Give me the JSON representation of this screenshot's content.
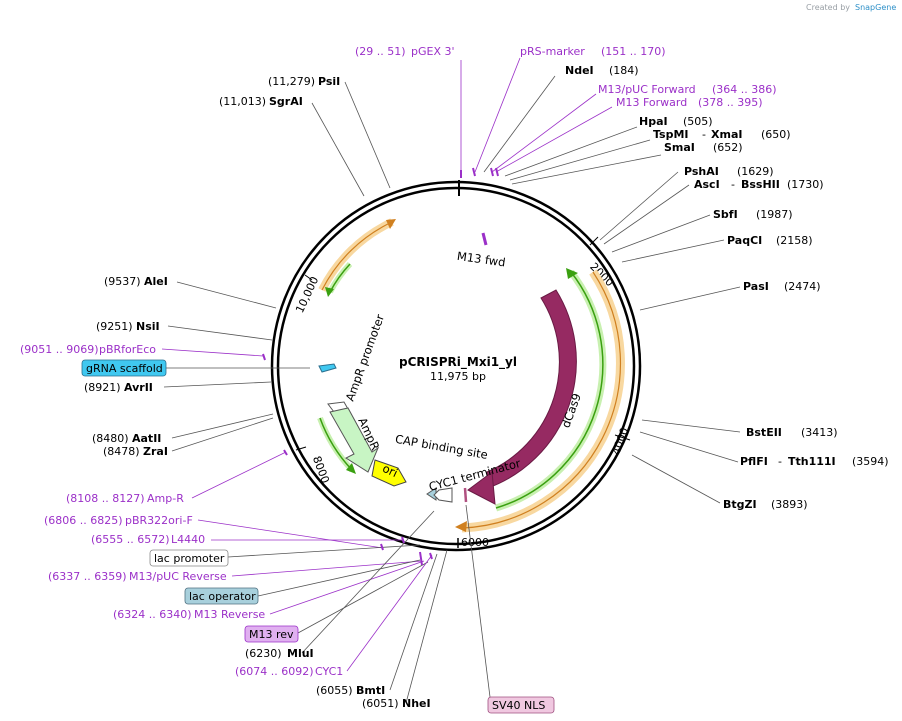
{
  "brand": {
    "created_by": "Created by",
    "app": "SnapGene"
  },
  "plasmid": {
    "name": "pCRISPRi_Mxi1_yl",
    "length": "11,975 bp"
  },
  "ticks": [
    "2000",
    "4000",
    "6000",
    "8000",
    "10,000"
  ],
  "sites_top": [
    {
      "pos": "(29 .. 51)",
      "name": "pGEX 3'",
      "kind": "primer"
    },
    {
      "name": "pRS-marker",
      "pos": "(151 .. 170)",
      "kind": "primer"
    },
    {
      "name": "NdeI",
      "pos": "(184)",
      "kind": "enzyme"
    },
    {
      "name": "M13/pUC Forward",
      "pos": "(364 .. 386)",
      "kind": "primer"
    },
    {
      "name": "M13 Forward",
      "pos": "(378 .. 395)",
      "kind": "primer"
    },
    {
      "name": "HpaI",
      "pos": "(505)",
      "kind": "enzyme"
    },
    {
      "name": "TspMI",
      "name2": "XmaI",
      "pos": "(650)",
      "kind": "enzyme"
    },
    {
      "name": "SmaI",
      "pos": "(652)",
      "kind": "enzyme"
    }
  ],
  "sites_right": [
    {
      "name": "PshAI",
      "pos": "(1629)"
    },
    {
      "name": "AscI",
      "name2": "BssHII",
      "pos": "(1730)"
    },
    {
      "name": "SbfI",
      "pos": "(1987)"
    },
    {
      "name": "PaqCI",
      "pos": "(2158)"
    },
    {
      "name": "PasI",
      "pos": "(2474)"
    },
    {
      "name": "BstEII",
      "pos": "(3413)"
    },
    {
      "name": "PflFI",
      "name2": "Tth111I",
      "pos": "(3594)"
    },
    {
      "name": "BtgZI",
      "pos": "(3893)"
    }
  ],
  "sites_left": [
    {
      "pos": "(11,279)",
      "name": "PsiI"
    },
    {
      "pos": "(11,013)",
      "name": "SgrAI"
    },
    {
      "pos": "(9537)",
      "name": "AleI"
    },
    {
      "pos": "(9251)",
      "name": "NsiI"
    },
    {
      "pos": "(9051 .. 9069)",
      "name": "pBRforEco"
    },
    {
      "name": "gRNA scaffold"
    },
    {
      "pos": "(8921)",
      "name": "AvrII"
    },
    {
      "pos": "(8480)",
      "name": "AatII"
    },
    {
      "pos": "(8478)",
      "name": "ZraI"
    }
  ],
  "sites_bottom": [
    {
      "pos": "(8108 .. 8127)",
      "name": "Amp-R"
    },
    {
      "pos": "(6806 .. 6825)",
      "name": "pBR322ori-F"
    },
    {
      "pos": "(6555 .. 6572)",
      "name": "L4440"
    },
    {
      "name": "lac promoter"
    },
    {
      "pos": "(6337 .. 6359)",
      "name": "M13/pUC Reverse"
    },
    {
      "name": "lac operator"
    },
    {
      "pos": "(6324 .. 6340)",
      "name": "M13 Reverse"
    },
    {
      "name": "M13 rev"
    },
    {
      "pos": "(6230)",
      "name": "MluI"
    },
    {
      "pos": "(6074 .. 6092)",
      "name": "CYC1"
    },
    {
      "pos": "(6055)",
      "name": "BmtI"
    },
    {
      "pos": "(6051)",
      "name": "NheI"
    },
    {
      "name": "SV40 NLS"
    }
  ],
  "features": {
    "m13_fwd": "M13 fwd",
    "dcas9": "dCas9",
    "ampr_promoter": "AmpR promoter",
    "ampr": "AmpR",
    "ori": "ori",
    "cap_site": "CAP binding site",
    "cyc1_term": "CYC1 terminator"
  },
  "colors": {
    "primer": "#9b30c8",
    "dcas9": "#962a62",
    "ampr": "#c8f5c4",
    "ori": "#ffff00",
    "gRNA": "#40c8f0",
    "lac_operator": "#a8d0dc",
    "m13_rev": "#e0b0f0",
    "sv40": "#f0c8e0",
    "orange_bar": "#f8d8a0",
    "green_bar": "#3aa010"
  }
}
